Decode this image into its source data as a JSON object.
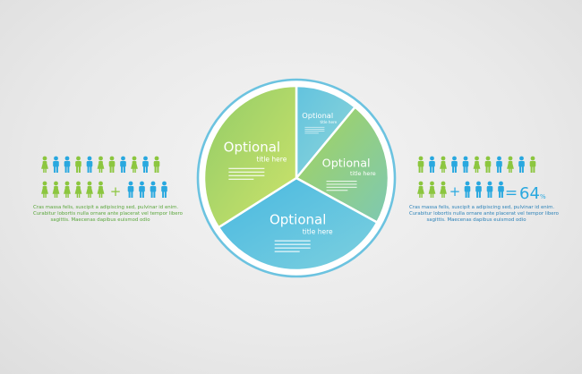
{
  "chart_data": {
    "type": "pie",
    "slices": [
      {
        "label": "Optional",
        "sublabel": "title here",
        "value": 11,
        "color_start": "#62c3df",
        "color_end": "#8fd5d8"
      },
      {
        "label": "Optional",
        "sublabel": "title here",
        "value": 22,
        "color_start": "#a5d35a",
        "color_end": "#7ec9b2"
      },
      {
        "label": "Optional",
        "sublabel": "title here",
        "value": 33,
        "color_start": "#48b8e0",
        "color_end": "#7dd0df"
      },
      {
        "label": "Optional",
        "sublabel": "title here",
        "value": 34,
        "color_start": "#92cc68",
        "color_end": "#cde36a"
      }
    ],
    "ring_color": "#6cc3e0"
  },
  "infographic_left": {
    "caption_lines": [
      "Cras massa felis, suscipit a adipiscing sed, pulvinar id enim.",
      "Curabitur lobortis nulla ornare ante placerat vel tempor libero",
      "sagittis. Maecenas dapibus euismod odio"
    ],
    "operator": "+",
    "color_green": "#8cc63f",
    "color_blue": "#29a8df"
  },
  "infographic_right": {
    "caption_lines": [
      "Cras massa felis, suscipit a adipiscing sed, pulvinar id enim.",
      "Curabitur lobortis nulla ornare ante placerat vel tempor libero",
      "sagittis. Maecenas dapibus euismod odio"
    ],
    "operator": "+",
    "equals": "=",
    "result": "64",
    "result_unit": "%",
    "color_green": "#8cc63f",
    "color_blue": "#29a8df"
  }
}
